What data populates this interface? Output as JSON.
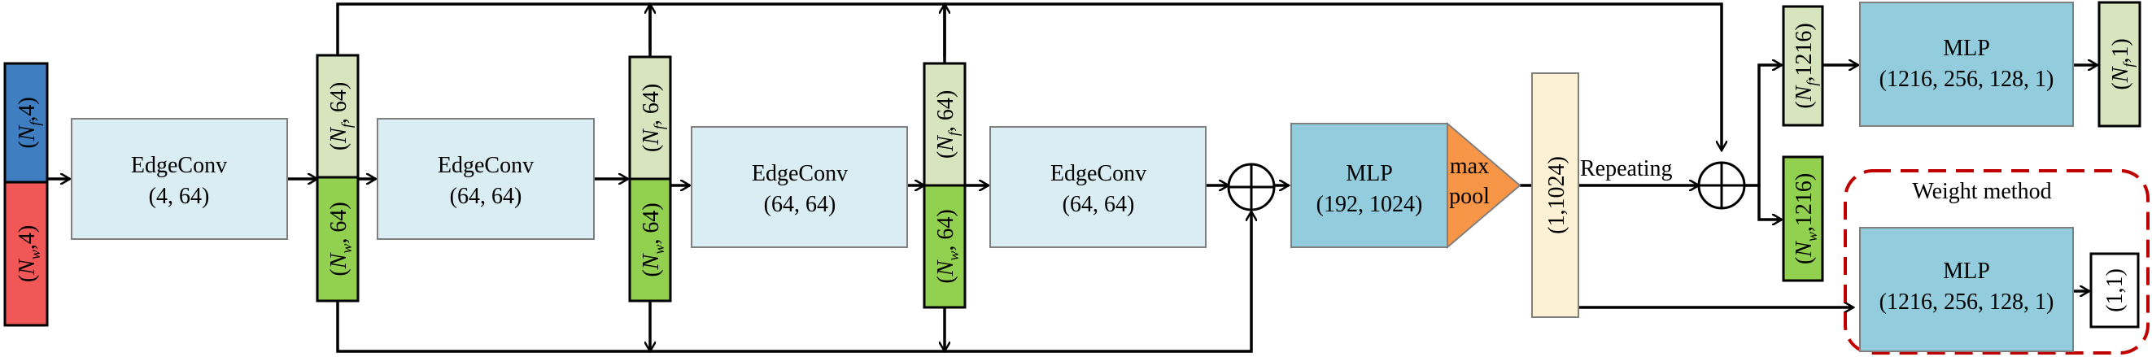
{
  "input": {
    "top": "(N_f,4)",
    "top_var": "N",
    "top_sub": "f",
    "top_rest": ",4)",
    "bottom_var": "N",
    "bottom_sub": "w",
    "bottom_rest": ",4)",
    "top_color": "#3f7fc1",
    "bottom_color": "#f25757"
  },
  "edgeconv": [
    {
      "name": "EdgeConv",
      "params": "(4, 64)"
    },
    {
      "name": "EdgeConv",
      "params": "(64, 64)"
    },
    {
      "name": "EdgeConv",
      "params": "(64, 64)"
    },
    {
      "name": "EdgeConv",
      "params": "(64, 64)"
    }
  ],
  "features": [
    {
      "top_var": "N",
      "top_sub": "f",
      "top_rest": ", 64)",
      "bottom_var": "N",
      "bottom_sub": "w",
      "bottom_rest": ", 64)"
    },
    {
      "top_var": "N",
      "top_sub": "f",
      "top_rest": ", 64)",
      "bottom_var": "N",
      "bottom_sub": "w",
      "bottom_rest": ", 64)"
    },
    {
      "top_var": "N",
      "top_sub": "f",
      "top_rest": ", 64)",
      "bottom_var": "N",
      "bottom_sub": "w",
      "bottom_rest": ", 64)"
    }
  ],
  "mlp_main": {
    "name": "MLP",
    "params": "(192, 1024)"
  },
  "maxpool": {
    "line1": "max",
    "line2": "pool"
  },
  "global_feature": "(1,1024)",
  "repeating_label": "Repeating",
  "concat_f": {
    "var": "N",
    "sub": "f",
    "rest": ",1216)"
  },
  "concat_w": {
    "var": "N",
    "sub": "w",
    "rest": ",1216)"
  },
  "mlp_top": {
    "name": "MLP",
    "params": "(1216, 256, 128, 1)"
  },
  "output_top": {
    "var": "N",
    "sub": "f",
    "rest": ",1)"
  },
  "weight_method": {
    "title": "Weight method",
    "mlp_name": "MLP",
    "mlp_params": "(1216, 256, 128, 1)",
    "output": "(1,1)"
  },
  "colors": {
    "edgeconv_fill": "#daedf3",
    "feat_top": "#d7e4bd",
    "feat_bottom": "#92d050",
    "mlp_fill": "#93cddd",
    "maxpool_fill": "#f79646",
    "global_fill": "#fdf1d5",
    "weight_border": "#c00000"
  }
}
